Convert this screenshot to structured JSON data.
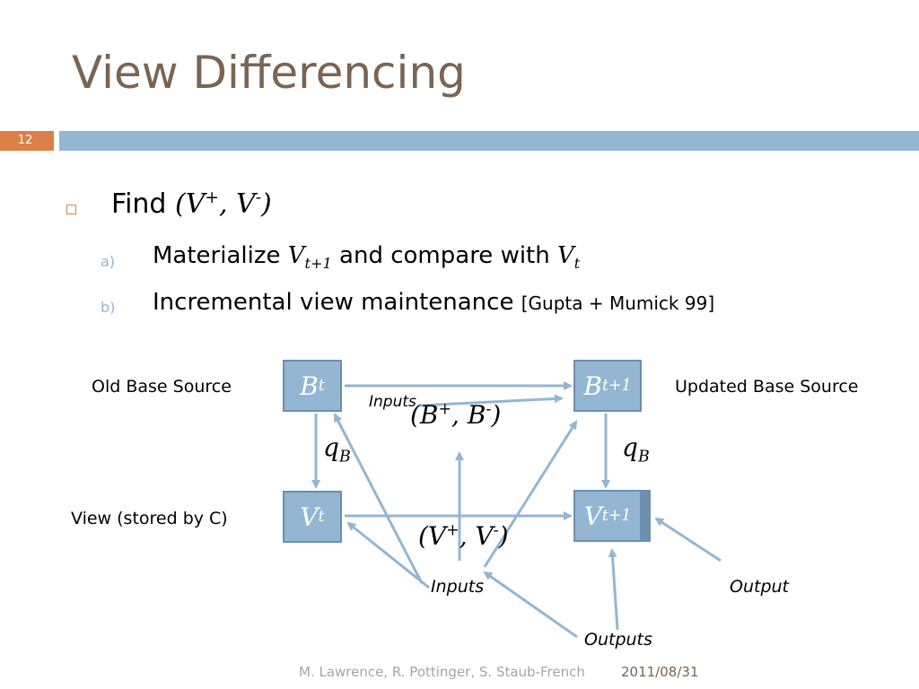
{
  "slide": {
    "title": "View Differencing",
    "number": "12"
  },
  "bullets": {
    "find_label": "Find",
    "find_math": "(V+, V-)",
    "items": [
      {
        "marker": "a)",
        "text_before": "Materialize",
        "math_1": "V",
        "math_1_sub": "t+1",
        "text_middle": "and compare with",
        "math_2": "V",
        "math_2_sub": "t"
      },
      {
        "marker": "b)",
        "text": "Incremental view maintenance",
        "citation": "[Gupta + Mumick 99]"
      }
    ]
  },
  "diagram": {
    "nodes": {
      "bt": {
        "base": "B",
        "sub": "t"
      },
      "bt1": {
        "base": "B",
        "sub": "t+1"
      },
      "vt": {
        "base": "V",
        "sub": "t"
      },
      "vt1": {
        "base": "V",
        "sub": "t+1"
      }
    },
    "labels": {
      "old_base": "Old Base Source",
      "updated_base": "Updated Base Source",
      "view": "View (stored by C)",
      "inputs_top": "Inputs",
      "inputs_bottom": "Inputs",
      "output": "Output",
      "outputs": "Outputs"
    },
    "math": {
      "b_delta": {
        "open": "(B",
        "plus": "+",
        "mid": ", B",
        "minus": "-",
        "close": ")"
      },
      "v_delta": {
        "open": "(V",
        "plus": "+",
        "mid": ", V",
        "minus": "-",
        "close": ")"
      },
      "q_left": {
        "base": "q",
        "sub": "B"
      },
      "q_right": {
        "base": "q",
        "sub": "B"
      }
    }
  },
  "footer": {
    "authors": "M. Lawrence, R. Pottinger, S. Staub-French",
    "date": "2011/08/31"
  },
  "colors": {
    "title": "#7b6452",
    "accent_orange": "#dd8047",
    "accent_blue": "#94b6d2",
    "node_fill": "#94b6d2",
    "arrow": "#94b6d2"
  }
}
